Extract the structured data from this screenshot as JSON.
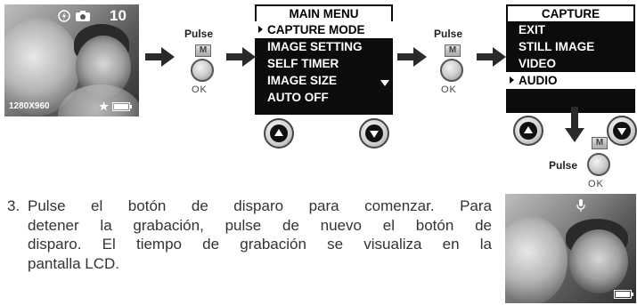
{
  "photo_top": {
    "resolution": "1280X960",
    "count": "10"
  },
  "main_menu": {
    "title": "MAIN MENU",
    "items": [
      "CAPTURE MODE",
      "IMAGE SETTING",
      "SELF TIMER",
      "IMAGE SIZE",
      "AUTO OFF"
    ],
    "selected_index": 0
  },
  "capture_menu": {
    "title": "CAPTURE",
    "items": [
      "EXIT",
      "STILL IMAGE",
      "VIDEO",
      "AUDIO"
    ],
    "selected_index": 3
  },
  "button_labels": {
    "pulse": "Pulse",
    "m": "M",
    "ok": "OK"
  },
  "instruction": {
    "number": "3.",
    "lines": [
      "Pulse el botón de disparo para comenzar. Para",
      "detener la grabación, pulse de nuevo el botón de",
      "disparo. El tiempo de grabación se visualiza en la",
      "pantalla LCD."
    ]
  },
  "icons": [
    "flash-icon",
    "camera-icon",
    "star-icon",
    "battery-icon",
    "arrow-right-icon",
    "arrow-down-icon",
    "up-button-icon",
    "down-button-icon",
    "microphone-icon"
  ]
}
